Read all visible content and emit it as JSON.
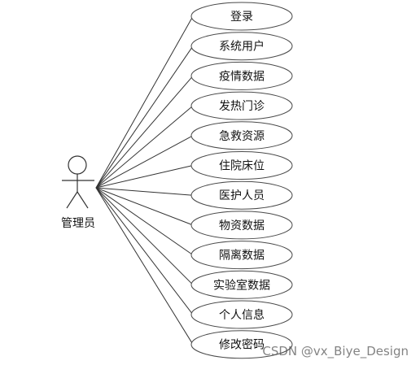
{
  "actor": {
    "label": "管理员"
  },
  "use_cases": [
    {
      "label": "登录"
    },
    {
      "label": "系统用户"
    },
    {
      "label": "疫情数据"
    },
    {
      "label": "发热门诊"
    },
    {
      "label": "急救资源"
    },
    {
      "label": "住院床位"
    },
    {
      "label": "医护人员"
    },
    {
      "label": "物资数据"
    },
    {
      "label": "隔离数据"
    },
    {
      "label": "实验室数据"
    },
    {
      "label": "个人信息"
    },
    {
      "label": "修改密码"
    }
  ],
  "watermark": "CSDN @vx_Biye_Design"
}
